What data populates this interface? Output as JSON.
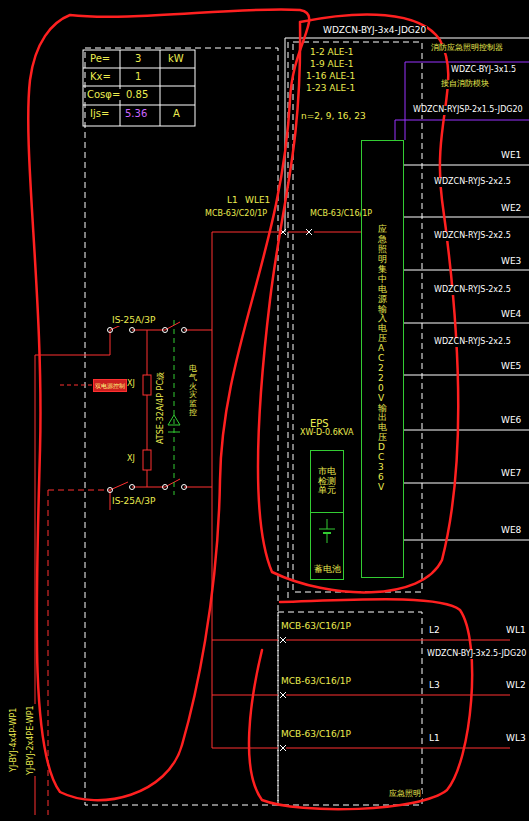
{
  "diagram": {
    "nodes": [
      {
        "text": [
          "应急照明集中电源输入电压AC220V输出电压DC36V"
        ]
      },
      {
        "text": [
          "EPS",
          "XW-D-0.6KVA"
        ]
      },
      {
        "text": [
          "市电 检测 单元"
        ],
        "in": 1
      },
      {
        "text": [
          "蓄电池"
        ],
        "in": 1
      },
      {
        "text": [
          "双电源控制"
        ]
      }
    ],
    "labels": [
      "Pe=",
      "3",
      "kW",
      "Kx=",
      "1",
      "Cosφ=",
      "0.85",
      "Ijs=",
      "5.36",
      "A",
      "WDZCN-BYJ-3x4-JDG20",
      "1-2 ALE-1",
      "1-9 ALE-1",
      "1-16 ALE-1",
      "1-23 ALE-1",
      "n=2, 9, 16, 23",
      "消防应急照明控制器",
      "WDZC-BYJ-3x1.5",
      "接自消防模块",
      "WDZCN-RYJSP-2x1.5-JDG20",
      "WE1",
      "WDZCN-RYJS-2x2.5",
      "WE2",
      "WDZCN-RYJS-2x2.5",
      "WE3",
      "WDZCN-RYJS-2x2.5",
      "WE4",
      "WDZCN-RYJS-2x2.5",
      "WE5",
      "WE6",
      "WE7",
      "WE8",
      "L1",
      "WLE1",
      "MCB-63/C20/1P",
      "MCB-63/C16/1P",
      "IS-25A/3P",
      "IS-25A/3P",
      "XJ",
      "XJ",
      "ATSE-32A/4P PC级",
      "电气火灾监控",
      "MCB-63/C16/1P",
      "MCB-63/C16/1P",
      "MCB-63/C16/1P",
      "L2",
      "L3",
      "L1",
      "WL1",
      "WDZCN-BYJ-3x2.5-JDG20",
      "WL2",
      "WL3",
      "应急照明",
      "YJ-BYJ-4x4P-WP1",
      "YJ-BYJ-2x4PE-WP1"
    ]
  }
}
